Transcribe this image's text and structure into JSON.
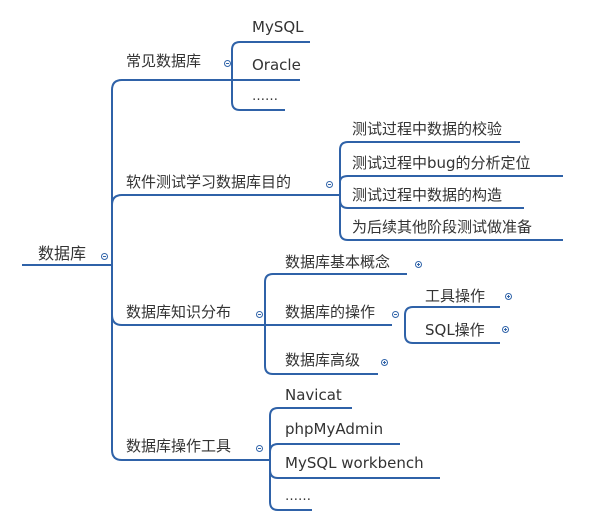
{
  "root": {
    "label": "数据库"
  },
  "branches": [
    {
      "label": "常见数据库",
      "children": [
        "MySQL",
        "Oracle",
        "……"
      ]
    },
    {
      "label": "软件测试学习数据库目的",
      "children": [
        "测试过程中数据的校验",
        "测试过程中bug的分析定位",
        "测试过程中数据的构造",
        "为后续其他阶段测试做准备"
      ]
    },
    {
      "label": "数据库知识分布",
      "children": [
        "数据库基本概念",
        "数据库的操作",
        "数据库高级"
      ],
      "sub": [
        "工具操作",
        "SQL操作"
      ]
    },
    {
      "label": "数据库操作工具",
      "children": [
        "Navicat",
        "phpMyAdmin",
        "MySQL workbench",
        "……"
      ]
    }
  ],
  "colors": {
    "line": "#2f62a8",
    "text": "#333333"
  }
}
